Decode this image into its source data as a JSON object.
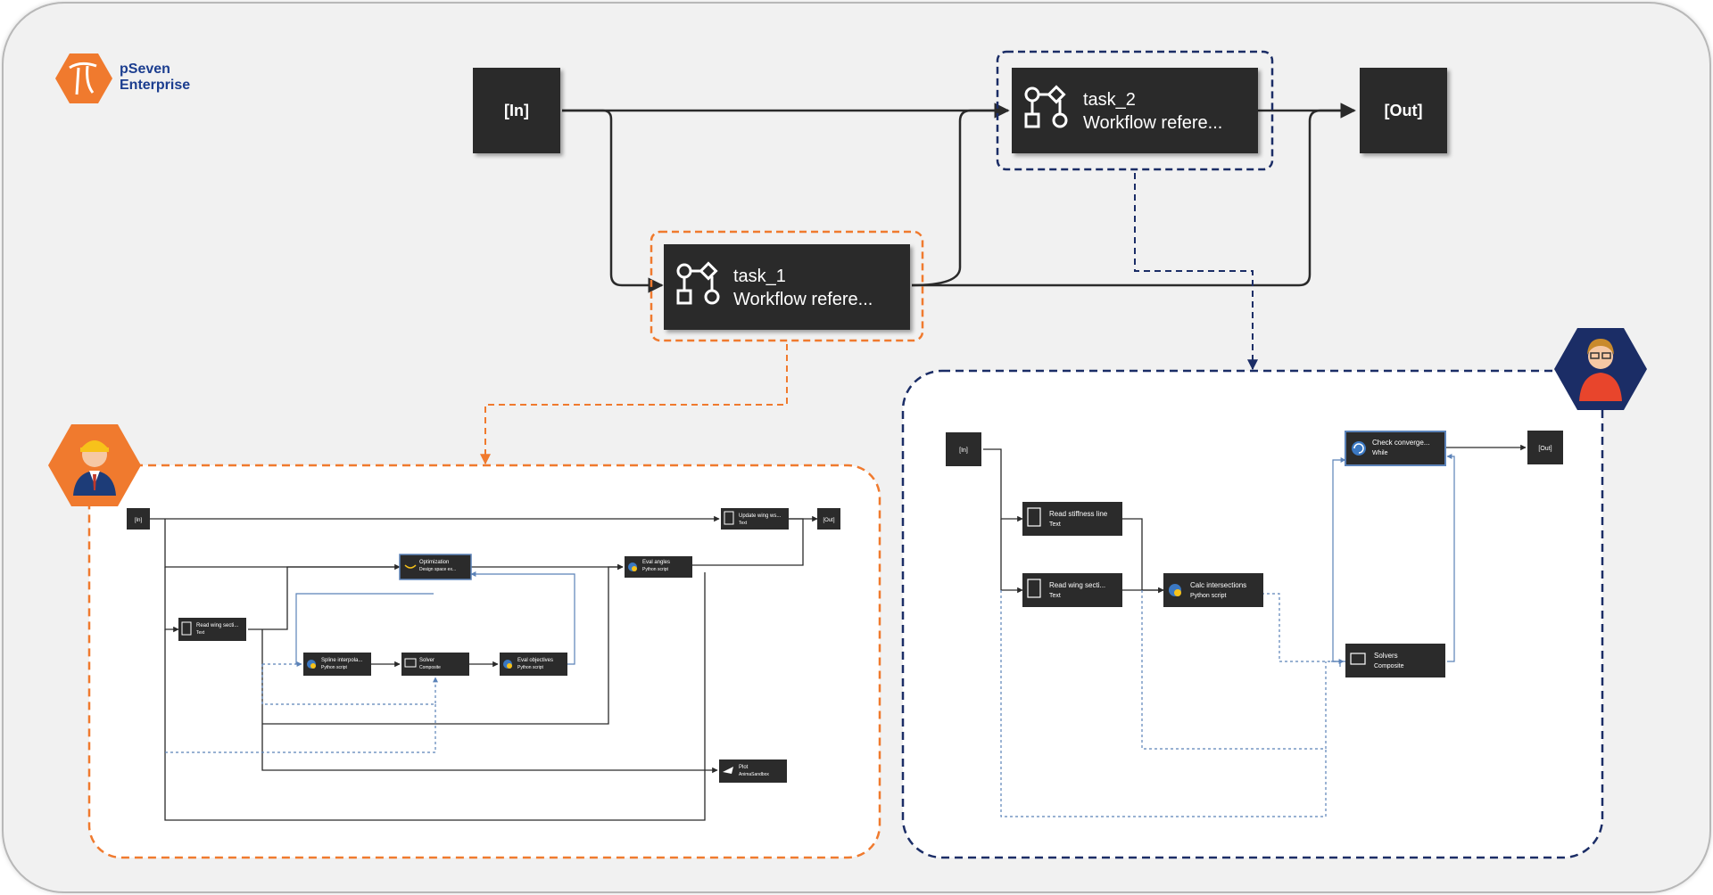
{
  "brand": {
    "name_line1": "pSeven",
    "name_line2": "Enterprise",
    "logo_color": "#f07a2e",
    "text_color": "#1b3d8f"
  },
  "colors": {
    "node_fill": "#2b2b2b",
    "left_accent": "#f07a2e",
    "right_accent": "#1b2d66",
    "link_solid": "#2a2a2a",
    "link_blue": "#5b82b8"
  },
  "top_workflow": {
    "in_label": "[In]",
    "out_label": "[Out]",
    "task_1": {
      "name": "task_1",
      "type": "Workflow refere..."
    },
    "task_2": {
      "name": "task_2",
      "type": "Workflow refere..."
    }
  },
  "left_workflow": {
    "in_label": "[In]",
    "out_label": "[Out]",
    "nodes": {
      "update_wing": {
        "name": "Update wing ws...",
        "type": "Text"
      },
      "optimization": {
        "name": "Optimization",
        "type": "Design space ex..."
      },
      "eval_angles": {
        "name": "Eval angles",
        "type": "Python script"
      },
      "read_wing": {
        "name": "Read wing secti...",
        "type": "Text"
      },
      "spline": {
        "name": "Spline interpola...",
        "type": "Python script"
      },
      "solver": {
        "name": "Solver",
        "type": "Composite"
      },
      "eval_objectives": {
        "name": "Eval objectives",
        "type": "Python script"
      },
      "plot": {
        "name": "Plot",
        "type": "AnimaSandbox"
      }
    }
  },
  "right_workflow": {
    "in_label": "[In]",
    "out_label": "[Out]",
    "nodes": {
      "check_convergence": {
        "name": "Check converge...",
        "type": "While"
      },
      "read_stiffness": {
        "name": "Read stiffness line",
        "type": "Text"
      },
      "read_wing_secti": {
        "name": "Read wing secti...",
        "type": "Text"
      },
      "calc_intersections": {
        "name": "Calc intersections",
        "type": "Python script"
      },
      "solvers": {
        "name": "Solvers",
        "type": "Composite"
      }
    }
  },
  "avatars": {
    "left": {
      "icon": "engineer-avatar-icon",
      "color": "#f07a2e"
    },
    "right": {
      "icon": "analyst-avatar-icon",
      "color": "#1b2d66"
    }
  }
}
